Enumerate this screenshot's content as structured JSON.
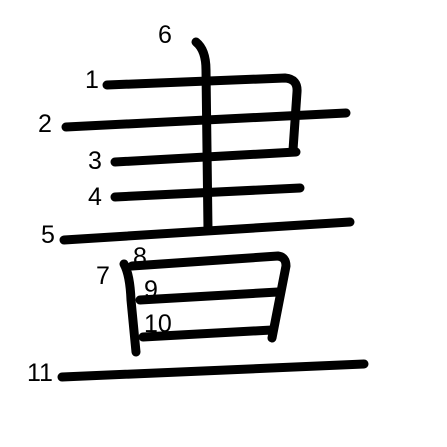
{
  "diagram": {
    "character": "書",
    "stroke_numbers": [
      "1",
      "2",
      "3",
      "4",
      "5",
      "6",
      "7",
      "8",
      "9",
      "10",
      "11"
    ]
  },
  "colors": {
    "ink": "#000000",
    "background": "#ffffff"
  }
}
